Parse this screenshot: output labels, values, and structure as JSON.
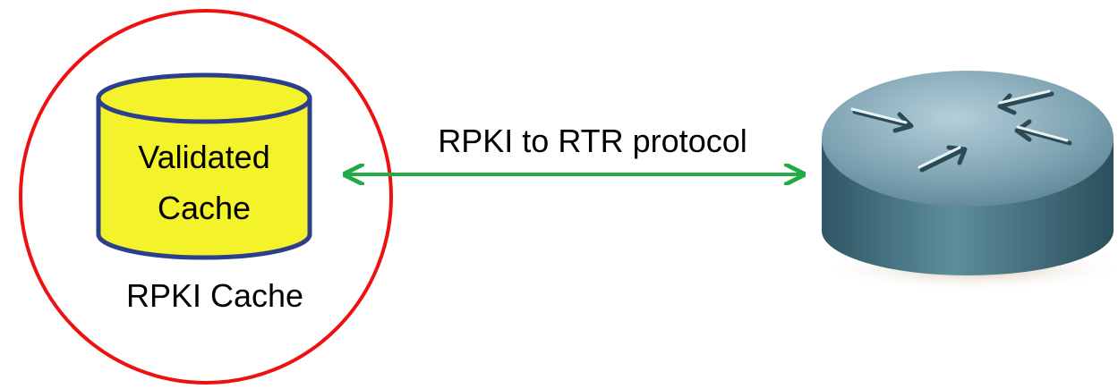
{
  "cache": {
    "cylinder_line1": "Validated",
    "cylinder_line2": "Cache",
    "label": "RPKI Cache"
  },
  "link": {
    "label": "RPKI to RTR protocol"
  },
  "colors": {
    "circle_outline": "#ee1111",
    "cylinder_fill": "#f4f22a",
    "cylinder_stroke": "#2b3f8c",
    "arrow": "#22aa44",
    "router_body": "#4e7f8f",
    "router_top": "#8fb0bf"
  },
  "icons": {
    "router": "router-icon",
    "database": "database-cylinder-icon"
  }
}
